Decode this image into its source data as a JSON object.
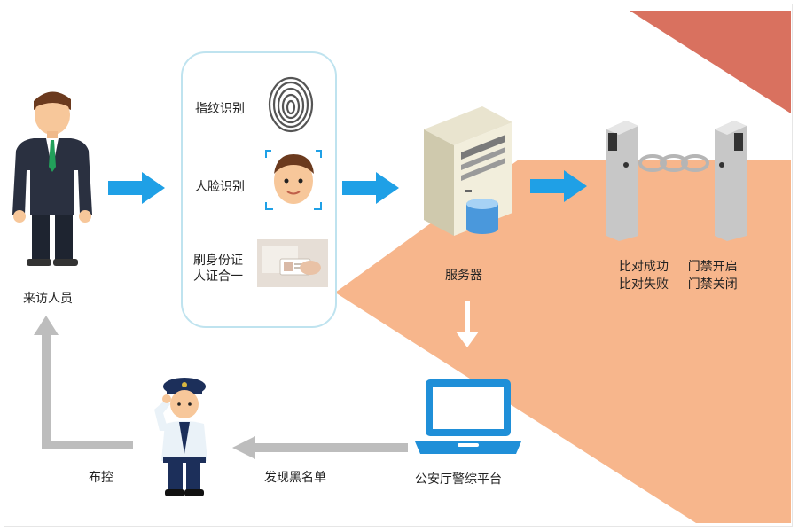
{
  "visitor": {
    "label": "来访人员"
  },
  "identity": {
    "fingerprint_label": "指纹识别",
    "face_label": "人脸识别",
    "idcard_label_line1": "刷身份证",
    "idcard_label_line2": "人证合一"
  },
  "server": {
    "label": "服务器"
  },
  "gate": {
    "success_text": "比对成功",
    "success_action": "门禁开启",
    "fail_text": "比对失败",
    "fail_action": "门禁关闭"
  },
  "platform": {
    "label": "公安厅警综平台"
  },
  "blacklist": {
    "label": "发现黑名单"
  },
  "control": {
    "label": "布控"
  },
  "colors": {
    "arrow_blue": "#1fa0e6",
    "arrow_gray": "#bdbdbd",
    "peach": "#f7b68c",
    "salmon": "#d9715f",
    "laptop_blue": "#1f8fd8"
  }
}
